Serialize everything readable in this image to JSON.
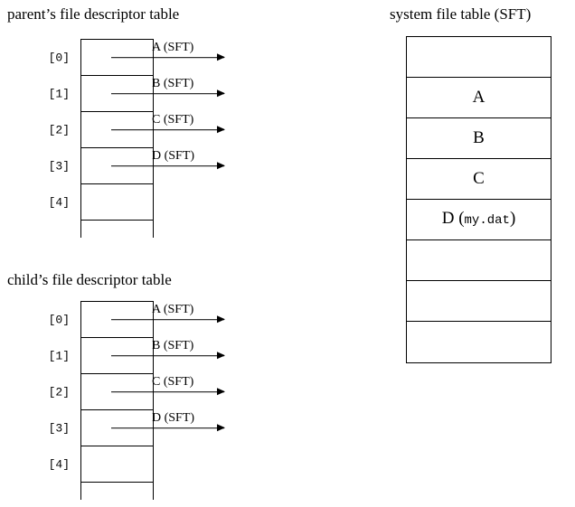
{
  "diagram": {
    "parent_table": {
      "title": "parent’s file descriptor table",
      "rows": [
        {
          "index": "[0]",
          "arrow_label": "A (SFT)",
          "has_arrow": true
        },
        {
          "index": "[1]",
          "arrow_label": "B (SFT)",
          "has_arrow": true
        },
        {
          "index": "[2]",
          "arrow_label": "C (SFT)",
          "has_arrow": true
        },
        {
          "index": "[3]",
          "arrow_label": "D (SFT)",
          "has_arrow": true
        },
        {
          "index": "[4]",
          "arrow_label": "",
          "has_arrow": false
        }
      ]
    },
    "child_table": {
      "title": "child’s file descriptor table",
      "rows": [
        {
          "index": "[0]",
          "arrow_label": "A (SFT)",
          "has_arrow": true
        },
        {
          "index": "[1]",
          "arrow_label": "B (SFT)",
          "has_arrow": true
        },
        {
          "index": "[2]",
          "arrow_label": "C (SFT)",
          "has_arrow": true
        },
        {
          "index": "[3]",
          "arrow_label": "D (SFT)",
          "has_arrow": true
        },
        {
          "index": "[4]",
          "arrow_label": "",
          "has_arrow": false
        }
      ]
    },
    "system_file_table": {
      "title": "system file table (SFT)",
      "rows": [
        {
          "label": "",
          "detail": ""
        },
        {
          "label": "A",
          "detail": ""
        },
        {
          "label": "B",
          "detail": ""
        },
        {
          "label": "C",
          "detail": ""
        },
        {
          "label": "D",
          "detail": "(my.dat)"
        },
        {
          "label": "",
          "detail": ""
        },
        {
          "label": "",
          "detail": ""
        },
        {
          "label": "",
          "detail": ""
        }
      ]
    },
    "colors": {
      "stroke": "#000000",
      "background": "#ffffff"
    }
  }
}
